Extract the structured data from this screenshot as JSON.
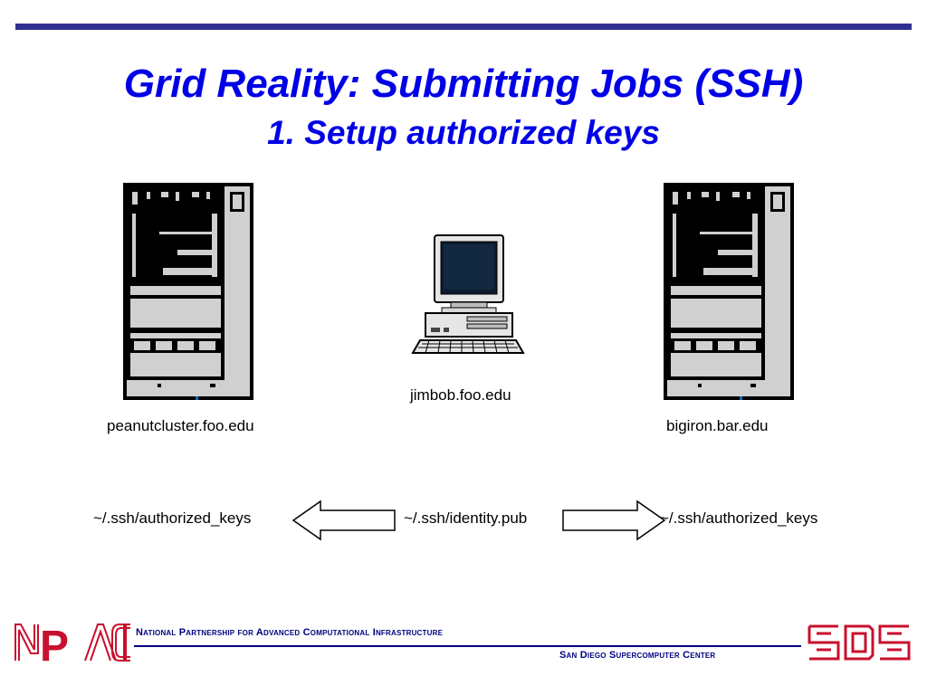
{
  "slide": {
    "title": "Grid Reality: Submitting Jobs (SSH)",
    "subtitle": "1. Setup authorized keys"
  },
  "hosts": {
    "left": "peanutcluster.foo.edu",
    "center": "jimbob.foo.edu",
    "right": "bigiron.bar.edu"
  },
  "files": {
    "left": "~/.ssh/authorized_keys",
    "center": "~/.ssh/identity.pub",
    "right": "~/.ssh/authorized_keys"
  },
  "icons": {
    "left_server": "server-rack-icon",
    "center_computer": "desktop-computer-icon",
    "right_server": "server-rack-icon",
    "left_arrow": "arrow-left-icon",
    "right_arrow": "arrow-right-icon"
  },
  "footer": {
    "logo_left": "NPACI",
    "org_full_name": "National Partnership for Advanced Computational Infrastructure",
    "center_name": "San Diego Supercomputer Center",
    "logo_right": "SDSC"
  },
  "colors": {
    "title": "#0000e6",
    "rule": "#2e3192",
    "footer_text": "#000080",
    "logo_red": "#c8102e"
  }
}
